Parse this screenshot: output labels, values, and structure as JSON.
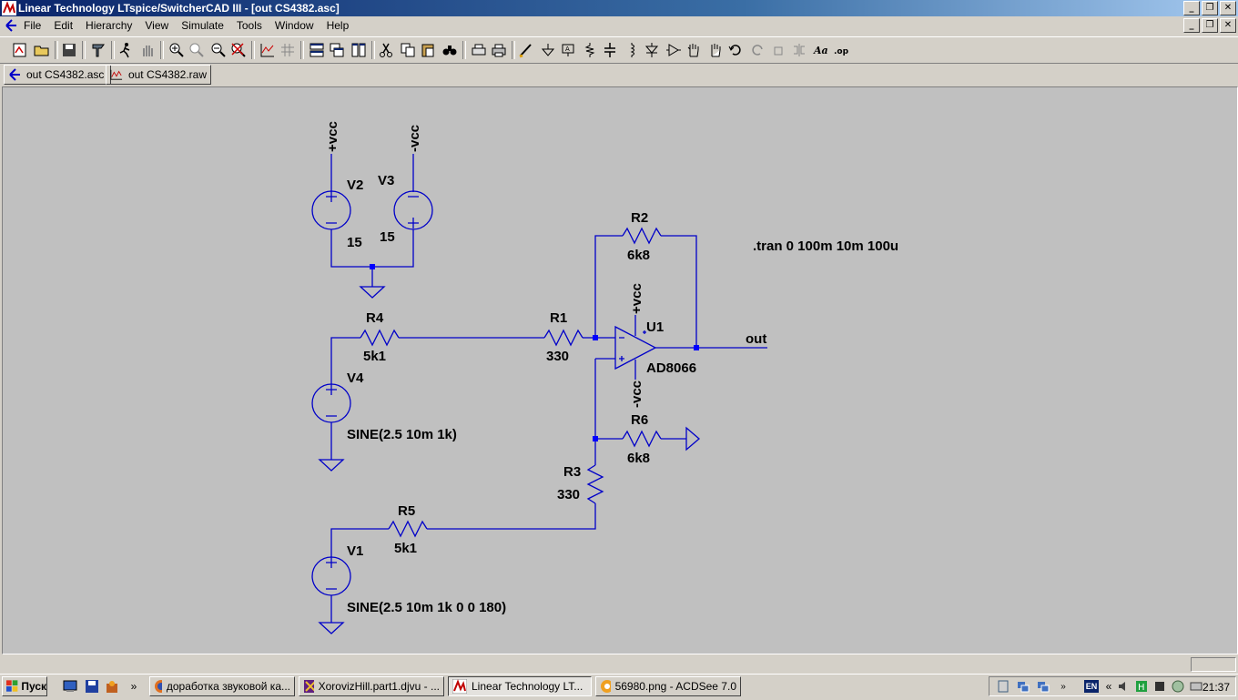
{
  "window": {
    "title": "Linear Technology LTspice/SwitcherCAD III - [out CS4382.asc]"
  },
  "menu": [
    "File",
    "Edit",
    "Hierarchy",
    "View",
    "Simulate",
    "Tools",
    "Window",
    "Help"
  ],
  "window_buttons": {
    "minimize": "_",
    "restore": "❐",
    "close": "✕"
  },
  "toolbar_icons": [
    "new-schematic-icon",
    "open-icon",
    "save-icon",
    "control-panel-icon",
    "run-icon",
    "halt-icon",
    "zoom-in-icon",
    "zoom-area-icon",
    "zoom-out-icon",
    "zoom-cancel-icon",
    "autorange-icon",
    "grid-icon",
    "tile-vertical-icon",
    "cascade-icon",
    "tile-horizontal-icon",
    "cut-icon",
    "copy-icon",
    "paste-icon",
    "find-icon",
    "print-preview-icon",
    "print-icon",
    "wire-icon",
    "ground-icon",
    "label-icon",
    "resistor-icon",
    "capacitor-icon",
    "inductor-icon",
    "diode-icon",
    "component-icon",
    "move-icon",
    "drag-icon",
    "undo-icon",
    "redo-icon",
    "rotate-icon",
    "mirror-icon",
    "text-icon",
    "spice-directive-icon"
  ],
  "tabs": [
    {
      "label": "out CS4382.asc",
      "icon": "schematic-icon"
    },
    {
      "label": "out CS4382.raw",
      "icon": "waveform-icon"
    }
  ],
  "schematic": {
    "directive": ".tran 0 100m 10m 100u",
    "labels": {
      "V2": "V2",
      "V2_value": "15",
      "V3": "V3",
      "V3_value": "15",
      "pvcc1": "+vcc",
      "mvcc1": "-vcc",
      "R2": "R2",
      "R2_value": "6k8",
      "R4": "R4",
      "R4_value": "5k1",
      "R1": "R1",
      "R1_value": "330",
      "U1": "U1",
      "U1_value": "AD8066",
      "pvcc2": "+vcc",
      "mvcc2": "-vcc",
      "out": "out",
      "V4": "V4",
      "V4_value": "SINE(2.5 10m 1k)",
      "R6": "R6",
      "R6_value": "6k8",
      "R3": "R3",
      "R3_value": "330",
      "R5": "R5",
      "R5_value": "5k1",
      "V1": "V1",
      "V1_value": "SINE(2.5 10m 1k 0 0 180)"
    },
    "colors": {
      "wire": "#0000c8",
      "component": "#0000c8",
      "background": "#c0c0c0",
      "junction": "#0000ff"
    }
  },
  "taskbar": {
    "start_label": "Пуск",
    "tasks": [
      {
        "label": "доработка звуковой ка...",
        "icon": "firefox-icon",
        "active": false
      },
      {
        "label": "XorovizHill.part1.djvu - ...",
        "icon": "djvu-icon",
        "active": false
      },
      {
        "label": "Linear Technology LT...",
        "icon": "ltspice-icon",
        "active": true
      },
      {
        "label": "56980.png - ACDSee 7.0",
        "icon": "acdsee-icon",
        "active": false
      }
    ],
    "language": "EN",
    "clock": "21:37"
  }
}
